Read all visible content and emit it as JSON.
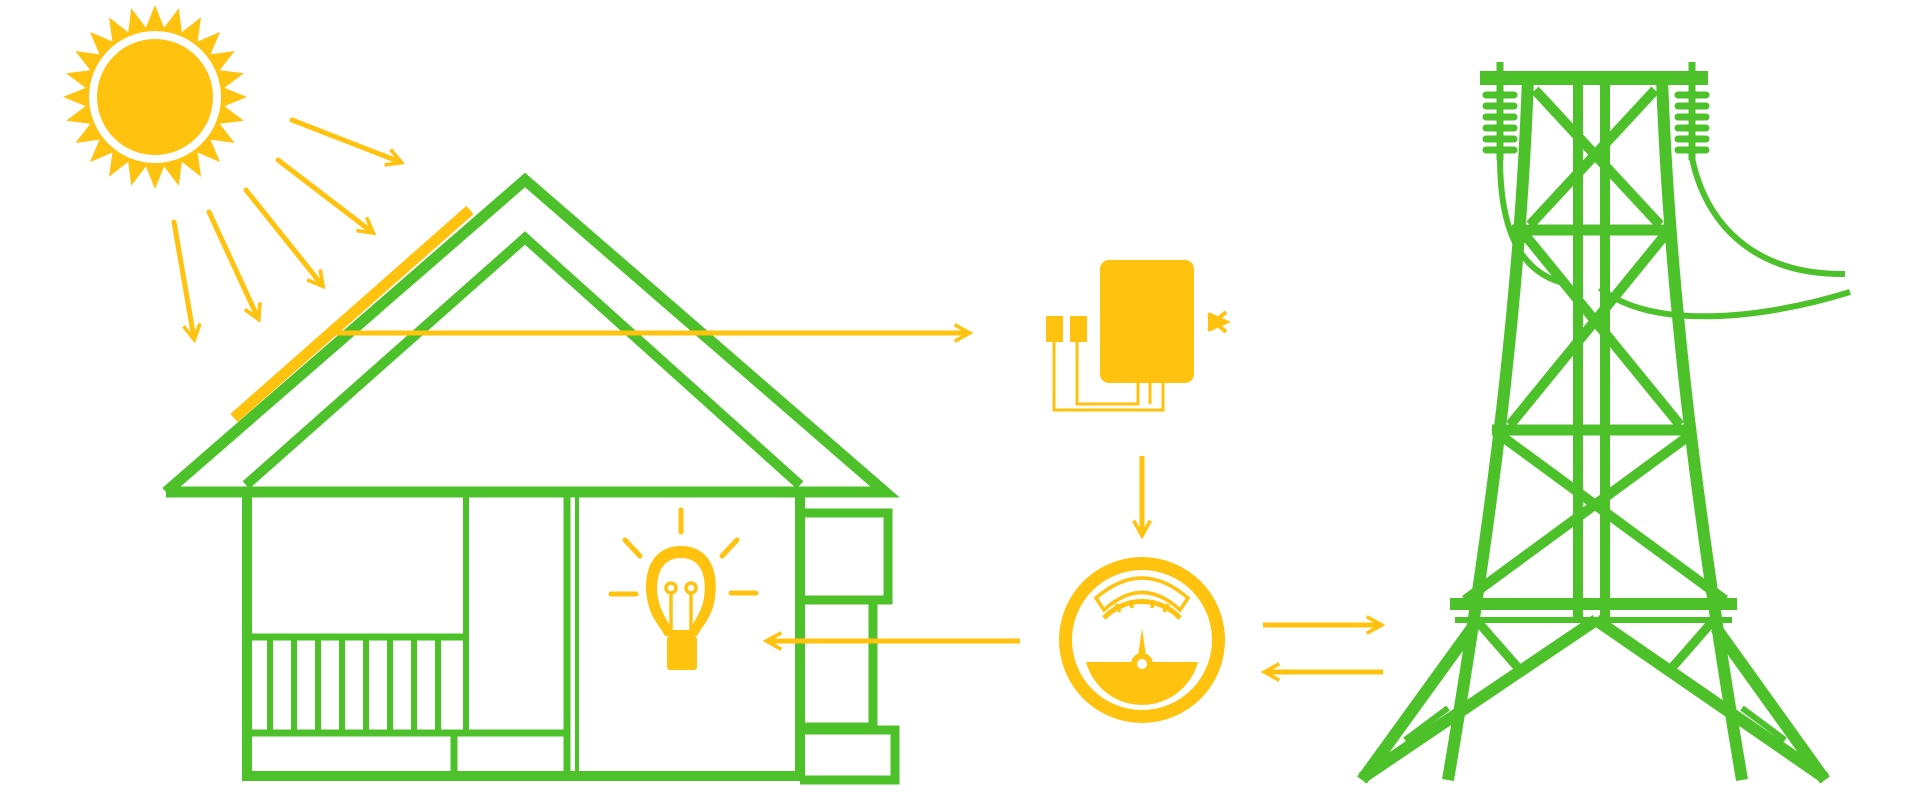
{
  "diagram": {
    "nodes": [
      {
        "id": "sun",
        "icon": "sun-icon"
      },
      {
        "id": "solar-panel",
        "icon": "solar-panel-icon"
      },
      {
        "id": "house",
        "icon": "house-icon"
      },
      {
        "id": "light-bulb",
        "icon": "light-bulb-icon"
      },
      {
        "id": "inverter",
        "icon": "inverter-icon"
      },
      {
        "id": "electric-meter",
        "icon": "electric-meter-icon"
      },
      {
        "id": "power-grid-tower",
        "icon": "transmission-tower-icon"
      }
    ],
    "edges": [
      {
        "from": "sun",
        "to": "solar-panel",
        "label": ""
      },
      {
        "from": "solar-panel",
        "to": "inverter",
        "label": ""
      },
      {
        "from": "inverter",
        "to": "electric-meter",
        "label": ""
      },
      {
        "from": "electric-meter",
        "to": "light-bulb",
        "label": ""
      },
      {
        "from": "electric-meter",
        "to": "power-grid-tower",
        "label": ""
      },
      {
        "from": "power-grid-tower",
        "to": "electric-meter",
        "label": ""
      }
    ]
  },
  "colors": {
    "yellow": "#FFC20E",
    "green": "#4CC12A",
    "background": "#FFFFFF"
  }
}
